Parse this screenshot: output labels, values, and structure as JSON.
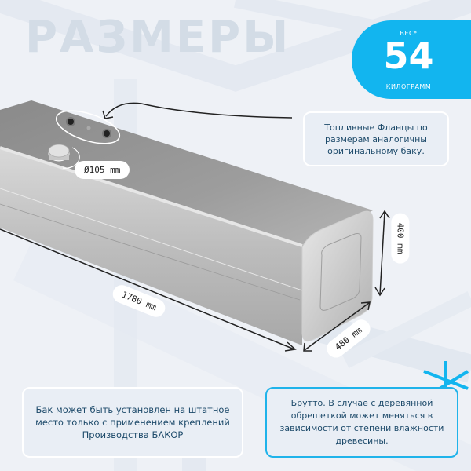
{
  "header": {
    "title": "РАЗМЕРЫ"
  },
  "weight_badge": {
    "caption": "ВЕС*",
    "value": "54",
    "unit": "КИЛОГРАММ",
    "color": "#12b5ef"
  },
  "notes": {
    "flanges": "Топливные Фланцы по размерам аналогичны оригинальному баку.",
    "mounting": "Бак может быть установлен на штатное место только с применением креплений Производства БАКОР",
    "gross": "Брутто. В случае с деревянной обрешеткой может меняться в зависимости от степени влажности древесины."
  },
  "dimensions": {
    "flange_diameter": "Ø105 mm",
    "length": "1780 mm",
    "height": "400 mm",
    "width": "480 mm"
  },
  "colors": {
    "background": "#eef1f6",
    "title": "#d3dce6",
    "accent": "#12b5ef",
    "note_text": "#1d4a6a"
  }
}
